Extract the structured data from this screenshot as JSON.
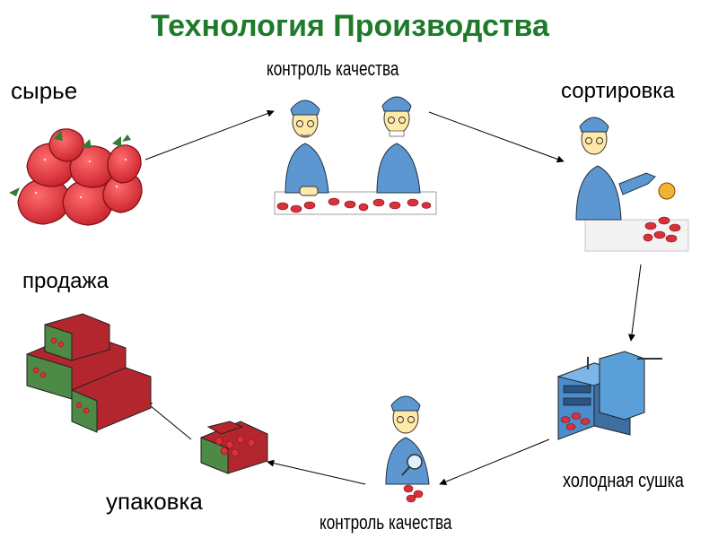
{
  "title": "Технология Производства",
  "steps": {
    "raw": "сырье",
    "qc_top": "контроль качества",
    "sorting": "сортировка",
    "cold_drying": "холодная сушка",
    "qc_bottom": "контроль качества",
    "packing": "упаковка",
    "sale": "продажа"
  },
  "colors": {
    "title": "#1f7a2a",
    "berry": "#d9303a",
    "uniform": "#5d97d1",
    "box": "#b3262e",
    "box_side": "#4c8a45",
    "machine": "#5a9fd8"
  }
}
